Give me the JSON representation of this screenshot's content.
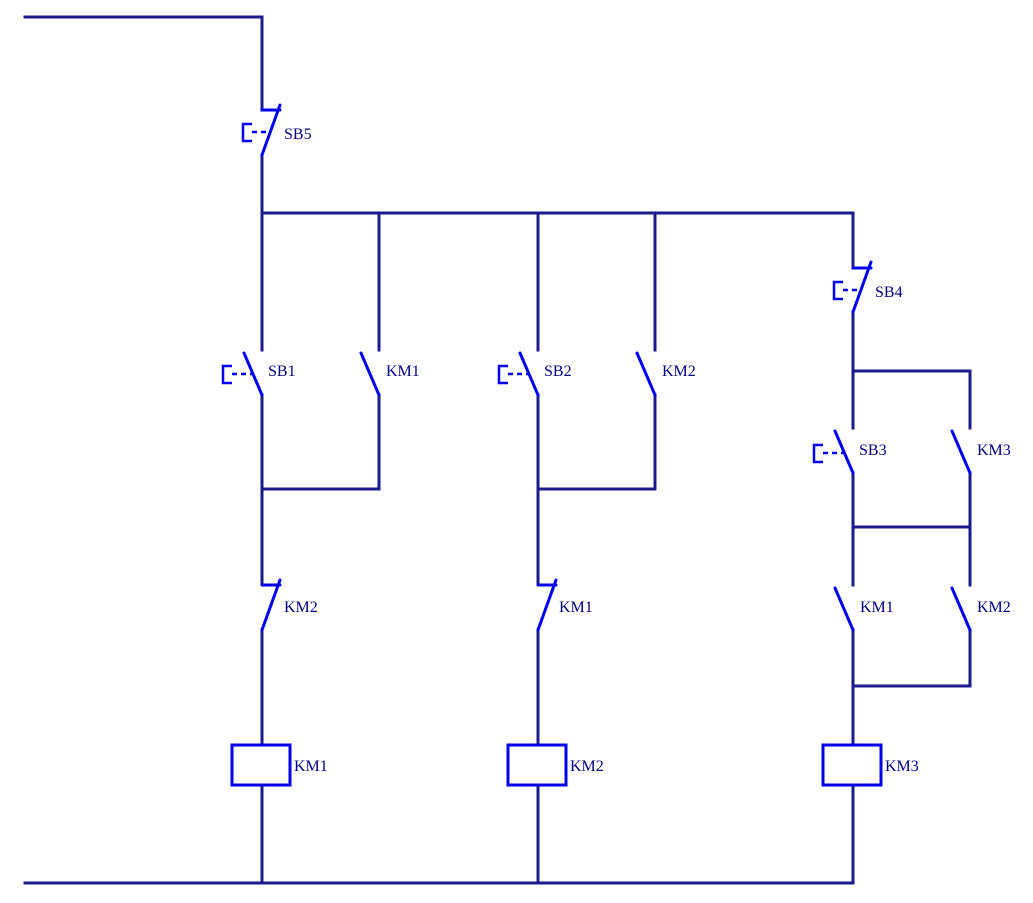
{
  "labels": {
    "sb5": "SB5",
    "sb1": "SB1",
    "km1_hold": "KM1",
    "sb2": "SB2",
    "km2_hold": "KM2",
    "sb4": "SB4",
    "sb3": "SB3",
    "km3_hold": "KM3",
    "km2_interlock": "KM2",
    "km1_interlock": "KM1",
    "km1_branch3": "KM1",
    "km2_branch3": "KM2",
    "coil_km1": "KM1",
    "coil_km2": "KM2",
    "coil_km3": "KM3"
  },
  "colors": {
    "wire": "#1a1a8c",
    "component": "#0000ee",
    "text": "#000080"
  }
}
